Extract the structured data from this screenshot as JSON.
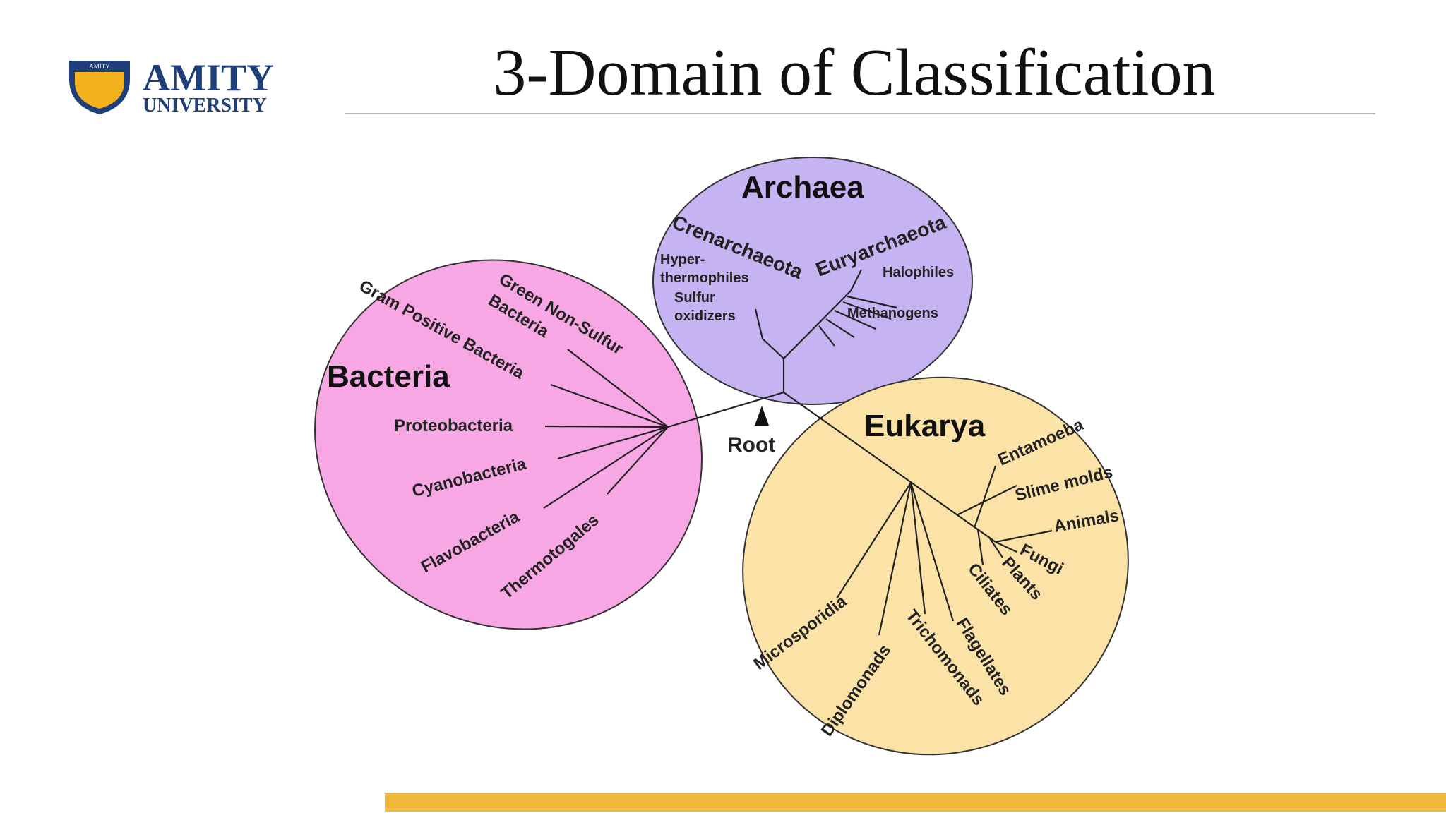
{
  "slide": {
    "title": "3-Domain of Classification",
    "logo": {
      "brand": "AMITY",
      "sub": "UNIVERSITY",
      "shield_text": "AMITY"
    },
    "colors": {
      "accent_bar": "#f1b83e",
      "bacteria": "#f7a8e4",
      "archaea": "#c5b3f2",
      "eukarya": "#fbe2a6"
    }
  },
  "diagram": {
    "root_label": "Root",
    "bacteria": {
      "name": "Bacteria",
      "branches": [
        "Green Non-Sulfur",
        "Bacteria",
        "Gram Positive Bacteria",
        "Proteobacteria",
        "Cyanobacteria",
        "Flavobacteria",
        "Thermotogales"
      ]
    },
    "archaea": {
      "name": "Archaea",
      "branches": [
        "Crenarchaeota",
        "Euryarchaeota",
        "Hyper-",
        "thermophiles",
        "Sulfur",
        "oxidizers",
        "Halophiles",
        "Methanogens"
      ]
    },
    "eukarya": {
      "name": "Eukarya",
      "branches": [
        "Entamoeba",
        "Slime molds",
        "Animals",
        "Fungi",
        "Plants",
        "Ciliates",
        "Flagellates",
        "Trichomonads",
        "Diplomonads",
        "Microsporidia"
      ]
    }
  }
}
